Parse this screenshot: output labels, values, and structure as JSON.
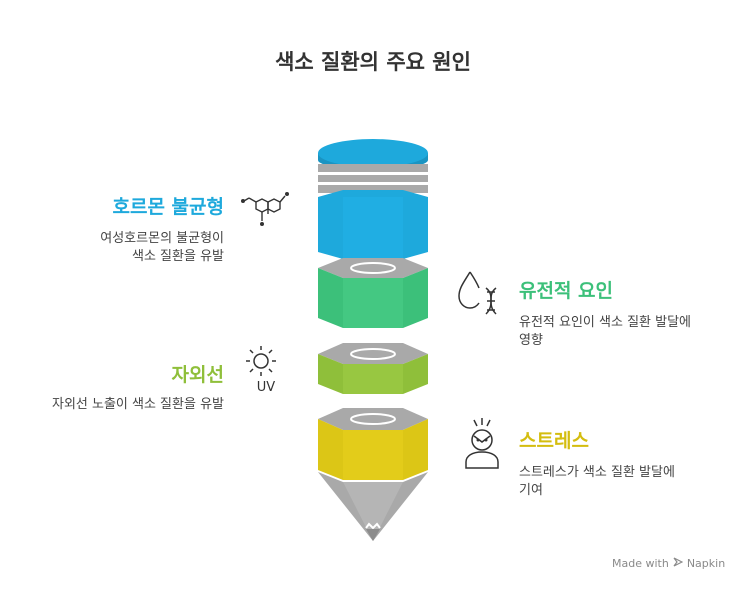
{
  "title": "색소 질환의 주요 원인",
  "causes": [
    {
      "name": "호르몬 불균형",
      "desc_line1": "여성호르몬의 불균형이",
      "desc_line2": "색소 질환을 유발",
      "color": "#1ea9dc",
      "icon": "molecule-icon"
    },
    {
      "name": "유전적 요인",
      "desc_line1": "유전적 요인이 색소 질환 발달에",
      "desc_line2": "영향",
      "color": "#3cc07a",
      "icon": "dna-drop-icon"
    },
    {
      "name": "자외선",
      "desc_line1": "자외선 노출이 색소 질환을 유발",
      "color": "#8fbf3a",
      "icon": "sun-uv-icon"
    },
    {
      "name": "스트레스",
      "desc_line1": "스트레스가 색소 질환 발달에",
      "desc_line2": "기여",
      "color": "#dcc616",
      "icon": "stressed-person-icon"
    }
  ],
  "icon_text": {
    "uv": "UV"
  },
  "footer": {
    "made_with": "Made with",
    "brand": "Napkin"
  },
  "colors": {
    "gray": "#a9a9a9",
    "dark_gray": "#8c8c8c"
  }
}
